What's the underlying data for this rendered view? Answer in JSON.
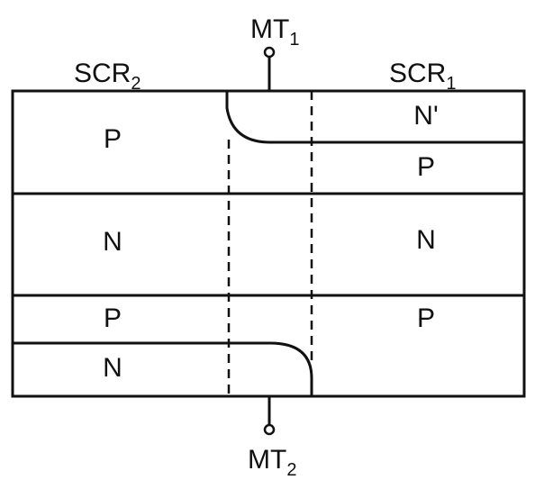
{
  "terminals": {
    "top": {
      "main": "MT",
      "sub": "1"
    },
    "bottom": {
      "main": "MT",
      "sub": "2"
    }
  },
  "devices": {
    "left": {
      "main": "SCR",
      "sub": "2"
    },
    "right": {
      "main": "SCR",
      "sub": "1"
    }
  },
  "regions": {
    "left_p_top": "P",
    "left_n_middle": "N",
    "left_p_bottom": "P",
    "left_n_bottom": "N",
    "right_n_prime": "N'",
    "right_p_top": "P",
    "right_n_middle": "N",
    "right_p_bottom": "P"
  },
  "colors": {
    "stroke": "#111111",
    "background": "#ffffff"
  }
}
